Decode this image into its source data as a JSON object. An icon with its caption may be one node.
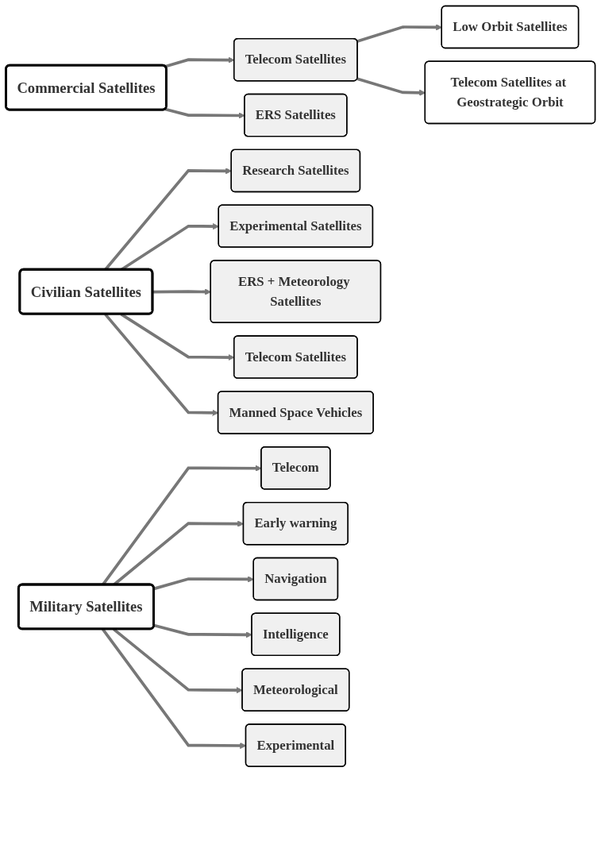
{
  "diagram": {
    "nodes": [
      {
        "text": [
          "Commercial Satellites"
        ]
      },
      {
        "text": [
          "Telecom Satellites"
        ]
      },
      {
        "text": [
          "ERS Satellites"
        ]
      },
      {
        "text": [
          "Low Orbit Satellites"
        ]
      },
      {
        "text": [
          "Telecom Satellites at Geostrategic Orbit"
        ]
      },
      {
        "text": [
          "Civilian Satellites"
        ]
      },
      {
        "text": [
          "Research Satellites"
        ]
      },
      {
        "text": [
          "Experimental Satellites"
        ]
      },
      {
        "text": [
          "ERS + Meteorology Satellites"
        ]
      },
      {
        "text": [
          "Telecom Satellites"
        ]
      },
      {
        "text": [
          "Manned Space Vehicles"
        ]
      },
      {
        "text": [
          "Military Satellites"
        ]
      },
      {
        "text": [
          "Telecom"
        ]
      },
      {
        "text": [
          "Early warning"
        ]
      },
      {
        "text": [
          "Navigation"
        ]
      },
      {
        "text": [
          "Intelligence"
        ]
      },
      {
        "text": [
          "Meteorological"
        ]
      },
      {
        "text": [
          "Experimental"
        ]
      }
    ],
    "edges": [
      {
        "from": 0,
        "to": 1,
        "arrow": "to"
      },
      {
        "from": 0,
        "to": 2,
        "arrow": "to"
      },
      {
        "from": 1,
        "to": 3,
        "arrow": "to"
      },
      {
        "from": 1,
        "to": 4,
        "arrow": "to"
      },
      {
        "from": 5,
        "to": 8,
        "arrow": "to"
      },
      {
        "from": 5,
        "to": 6,
        "arrow": "to"
      },
      {
        "from": 5,
        "to": 7,
        "arrow": "to"
      },
      {
        "from": 5,
        "to": 9,
        "arrow": "to"
      },
      {
        "from": 5,
        "to": 10,
        "arrow": "to"
      },
      {
        "from": 11,
        "to": 12,
        "arrow": "to"
      },
      {
        "from": 11,
        "to": 13,
        "arrow": "to"
      },
      {
        "from": 11,
        "to": 14,
        "arrow": "to"
      },
      {
        "from": 11,
        "to": 15,
        "arrow": "to"
      },
      {
        "from": 11,
        "to": 16,
        "arrow": "to"
      },
      {
        "from": 11,
        "to": 17,
        "arrow": "to"
      }
    ]
  }
}
